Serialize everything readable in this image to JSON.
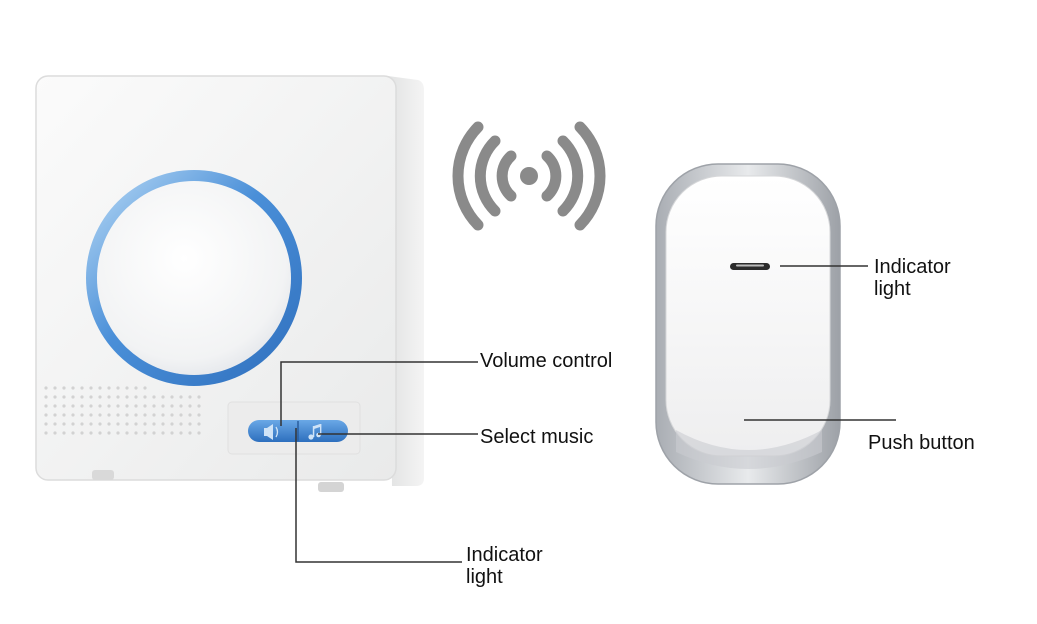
{
  "colors": {
    "background": "#ffffff",
    "receiver_body": "#f3f4f4",
    "receiver_edge": "#dcdcdc",
    "ring_accent": "#4a8fd8",
    "signal_icon": "#8a8a8a",
    "button_frame": "#b8bcc2",
    "leader_line": "#333333",
    "label_text": "#111111"
  },
  "icons": {
    "wireless_signal": "wireless-signal-icon",
    "receiver_buttons": [
      "volume-icon",
      "music-note-icon"
    ]
  },
  "labels": {
    "volume_control": "Volume control",
    "select_music": "Select music",
    "receiver_indicator": [
      "Indicator",
      "light"
    ],
    "button_indicator": [
      "Indicator",
      "light"
    ],
    "push_button": "Push button"
  }
}
